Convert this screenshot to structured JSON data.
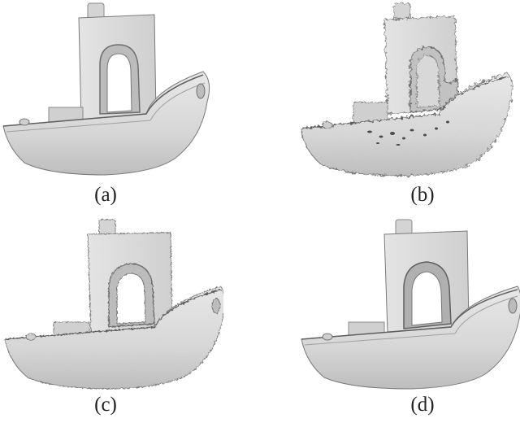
{
  "figure": {
    "panels": [
      {
        "label": "(a)",
        "variant": "smooth-reference"
      },
      {
        "label": "(b)",
        "variant": "noisy-deformed"
      },
      {
        "label": "(c)",
        "variant": "reconstructed-slightly-rough"
      },
      {
        "label": "(d)",
        "variant": "reconstructed-smooth"
      }
    ]
  },
  "colors": {
    "background": "#ffffff",
    "surface": "#d9d9d9",
    "shadow": "#9a9a9a",
    "outline": "#6f6f6f",
    "dark": "#3c3c3c"
  }
}
